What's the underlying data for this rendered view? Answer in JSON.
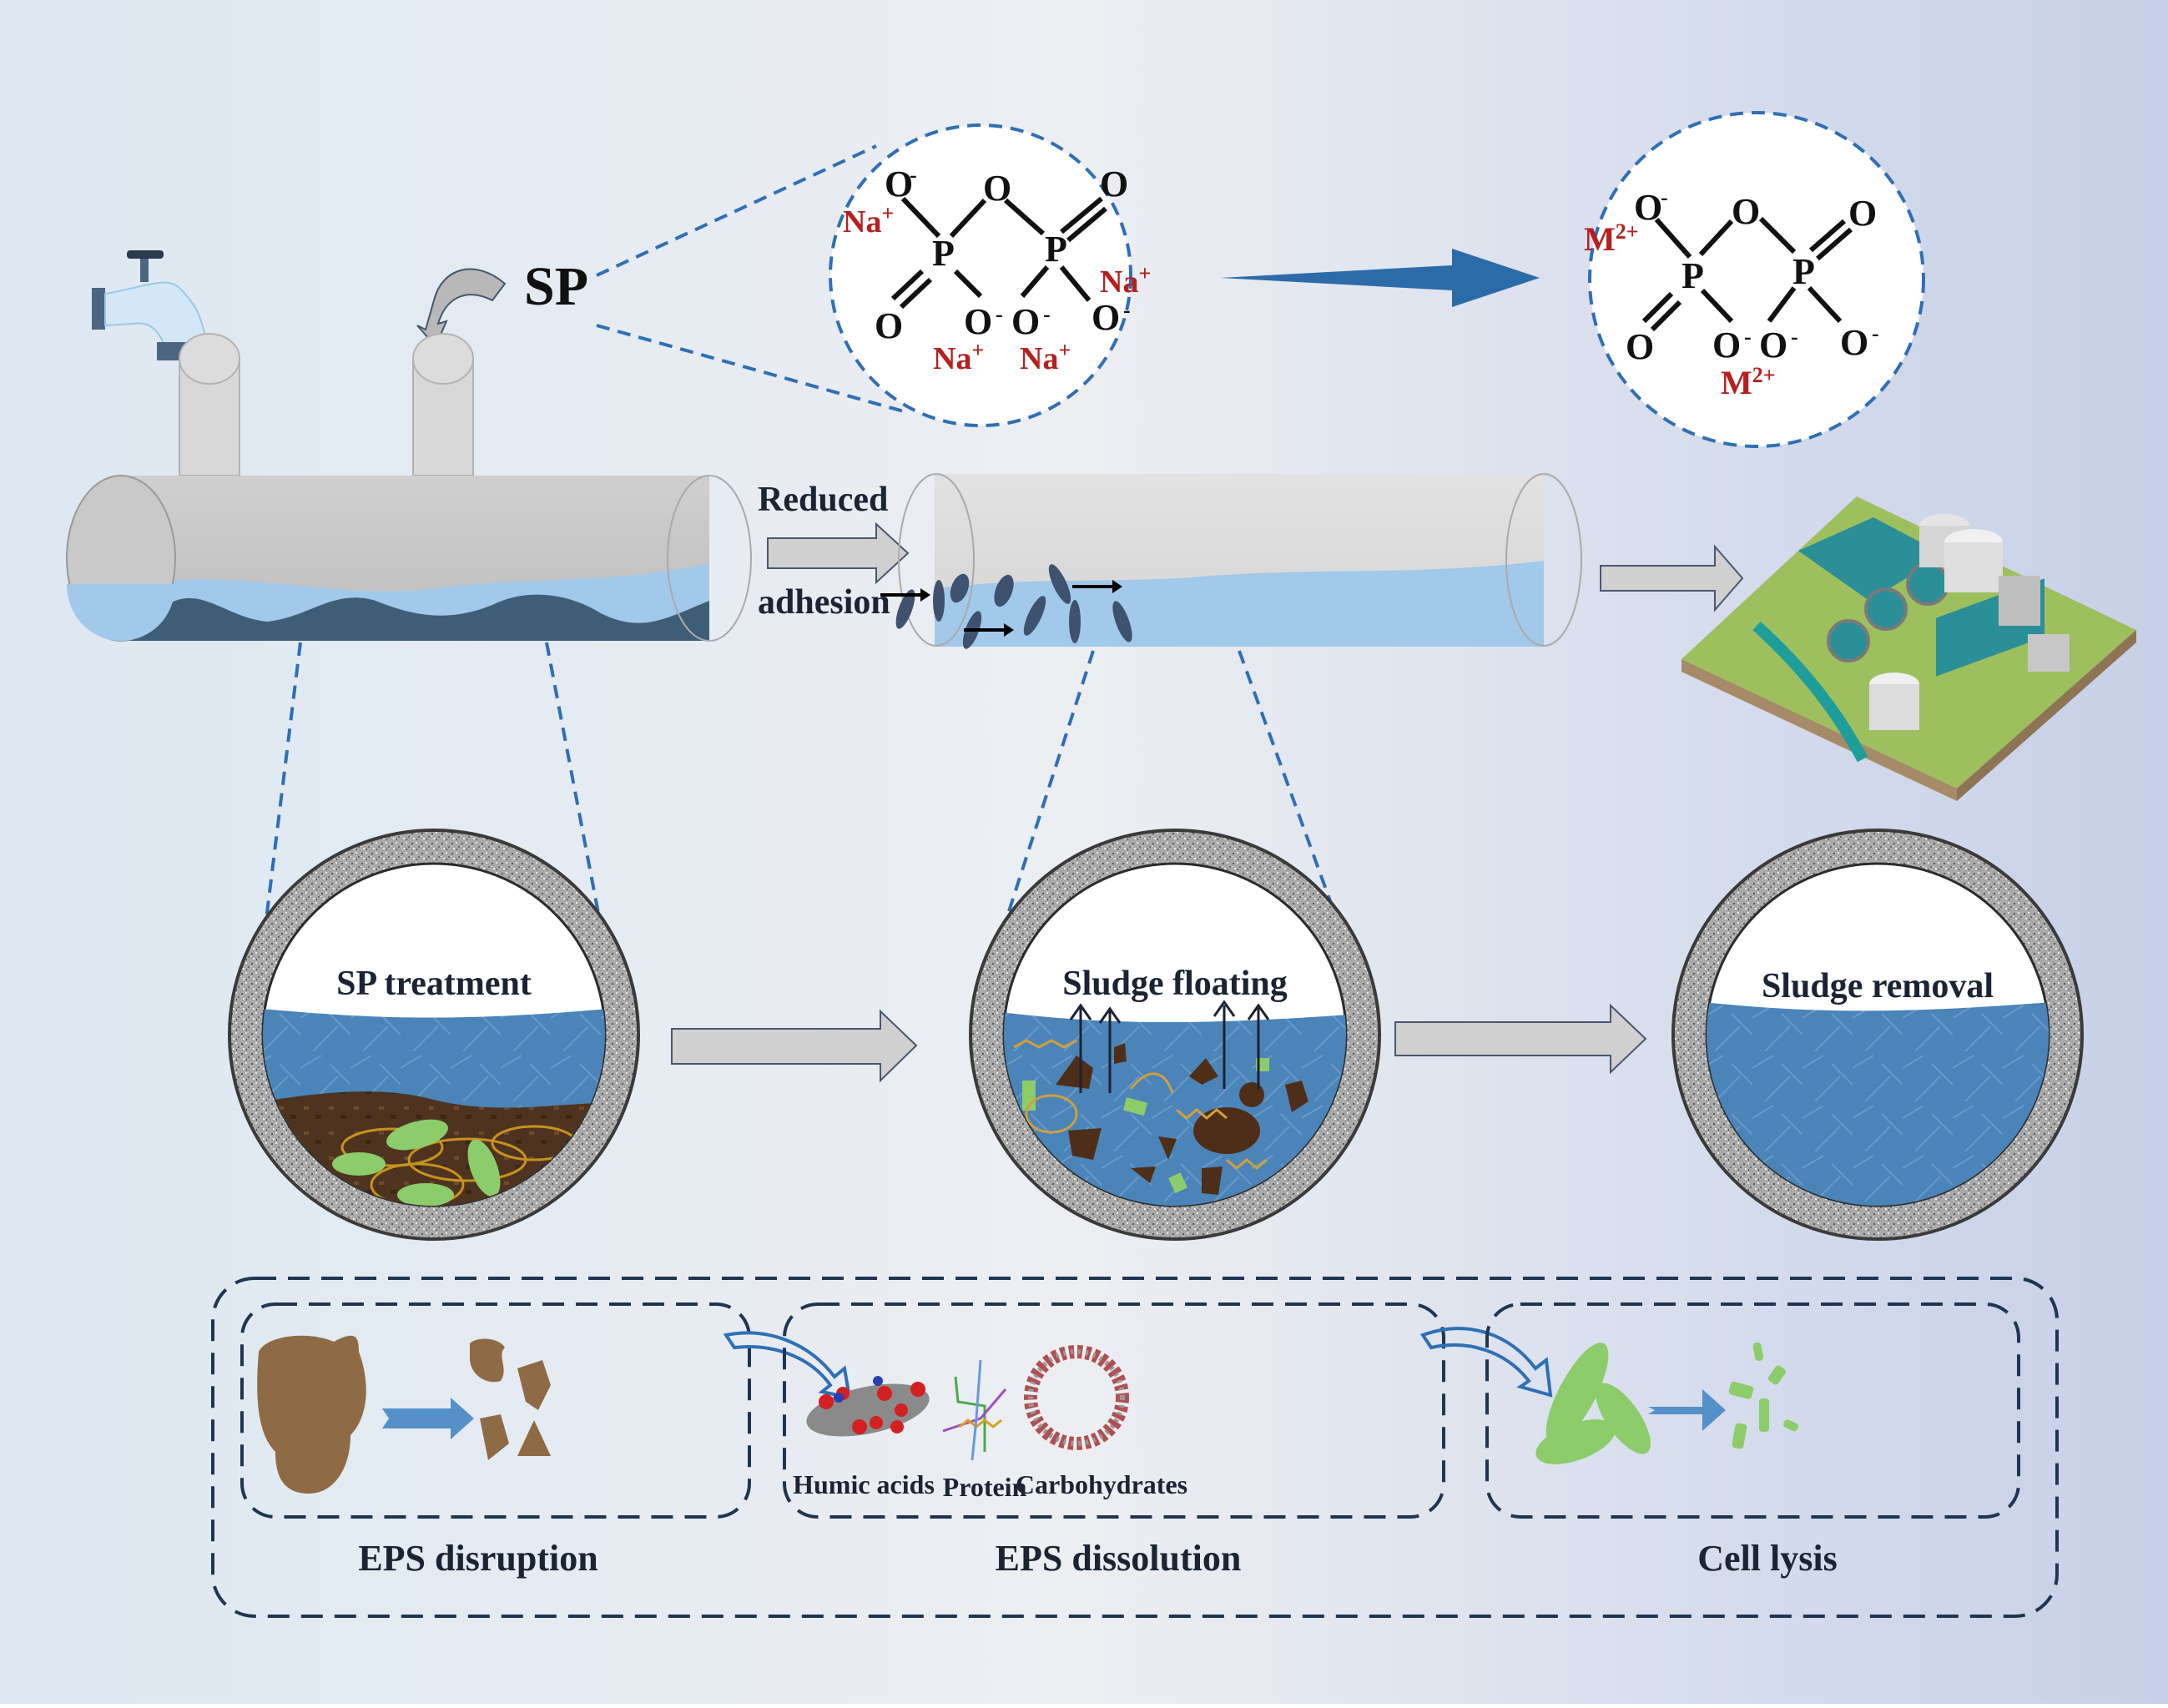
{
  "background": {
    "left_color": "#dde8f2",
    "center_color": "#eceef2",
    "right_color": "#c6d0e8"
  },
  "colors": {
    "dashed_blue": "#2f6fb5",
    "dashed_dark": "#1f3550",
    "reaction_arrow": "#2d6ba8",
    "small_blue_arrow": "#5590c8",
    "gray_arrow_fill": "#d0d0d0",
    "gray_arrow_stroke": "#4a5670",
    "pipe_gray": "#c8c8c8",
    "water_light": "#a3c9ea",
    "sediment_dark": "#3e5e78",
    "sludge_brown": "#8f6b45",
    "cell_green": "#8ccc6a",
    "cation_red": "#b5201f"
  },
  "top": {
    "sp_label": "SP",
    "reduced_adhesion": {
      "line1": "Reduced",
      "line2": "adhesion"
    },
    "molecule_sodium": {
      "atoms": {
        "o_bridge": "O",
        "o_top_left": "O",
        "o_top_left_charge": "-",
        "o_top_right": "O",
        "p_left": "P",
        "p_right": "P",
        "o_bottom_left": "O",
        "o_bottom_mid1": "O",
        "o_bottom_mid1_charge": "-",
        "o_bottom_mid2": "O",
        "o_bottom_mid2_charge": "-",
        "o_bottom_right": "O",
        "o_bottom_right_charge": "-"
      },
      "cations": [
        {
          "symbol": "Na",
          "charge": "+"
        },
        {
          "symbol": "Na",
          "charge": "+"
        },
        {
          "symbol": "Na",
          "charge": "+"
        },
        {
          "symbol": "Na",
          "charge": "+"
        }
      ]
    },
    "molecule_metal": {
      "atoms": {
        "o_bridge": "O",
        "o_top_left": "O",
        "o_top_left_charge": "-",
        "o_top_right": "O",
        "p_left": "P",
        "p_right": "P",
        "o_bottom_left": "O",
        "o_bottom_mid1": "O",
        "o_bottom_mid1_charge": "-",
        "o_bottom_mid2": "O",
        "o_bottom_mid2_charge": "-",
        "o_bottom_right": "O",
        "o_bottom_right_charge": "-"
      },
      "cations": [
        {
          "symbol": "M",
          "charge": "2+"
        },
        {
          "symbol": "M",
          "charge": "2+"
        }
      ]
    }
  },
  "middle": {
    "circles": [
      {
        "label": "SP treatment"
      },
      {
        "label": "Sludge floating"
      },
      {
        "label": "Sludge removal"
      }
    ]
  },
  "bottom": {
    "mechanisms": [
      {
        "title": "EPS disruption"
      },
      {
        "title": "EPS dissolution",
        "components": [
          "Humic acids",
          "Protein",
          "Carbohydrates"
        ]
      },
      {
        "title": "Cell lysis"
      }
    ]
  },
  "icons": [
    "faucet-icon",
    "curved-arrow-icon",
    "treatment-plant-icon",
    "bacteria-icon",
    "sludge-floc-icon",
    "humic-acid-molecule-icon",
    "protein-chain-icon",
    "carbohydrate-ring-icon"
  ]
}
